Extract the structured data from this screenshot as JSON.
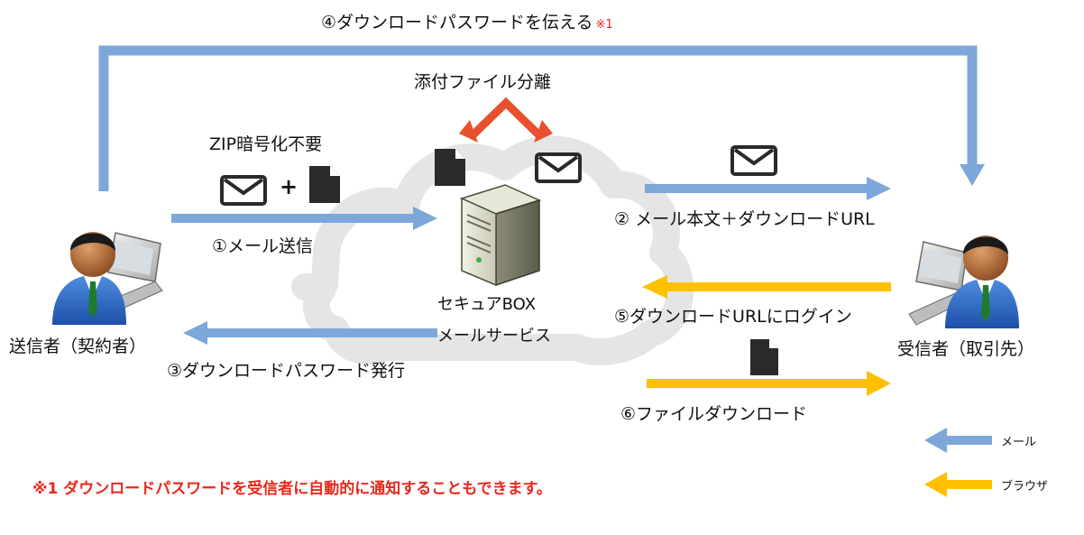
{
  "labels": {
    "step4": "④ダウンロードパスワードを伝える",
    "step4_note_mark": "※1",
    "attachment_separation": "添付ファイル分離",
    "zip_not_required": "ZIP暗号化不要",
    "plus_sign": "+",
    "step1": "①メール送信",
    "step2": "② メール本文＋ダウンロードURL",
    "service_name_line1": "セキュアBOX",
    "service_name_line2": "メールサービス",
    "step5": "⑤ダウンロードURLにログイン",
    "sender": "送信者（契約者）",
    "recipient": "受信者（取引先）",
    "step3": "③ダウンロードパスワード発行",
    "step6": "⑥ファイルダウンロード",
    "footnote": "※1 ダウンロードパスワードを受信者に自動的に通知することもできます。"
  },
  "legend": [
    {
      "label": "メール",
      "color": "#7da7d9"
    },
    {
      "label": "ブラウザ",
      "color": "#ffc000"
    }
  ],
  "colors": {
    "mail_arrow": "#7da7d9",
    "browser_arrow": "#ffc000",
    "separation_arrow": "#e8502e",
    "cloud": "#e5e5e5",
    "note_red": "#e8281c"
  },
  "icons": [
    "envelope-icon",
    "document-icon",
    "server-icon",
    "cloud-icon",
    "person-laptop-icon"
  ]
}
